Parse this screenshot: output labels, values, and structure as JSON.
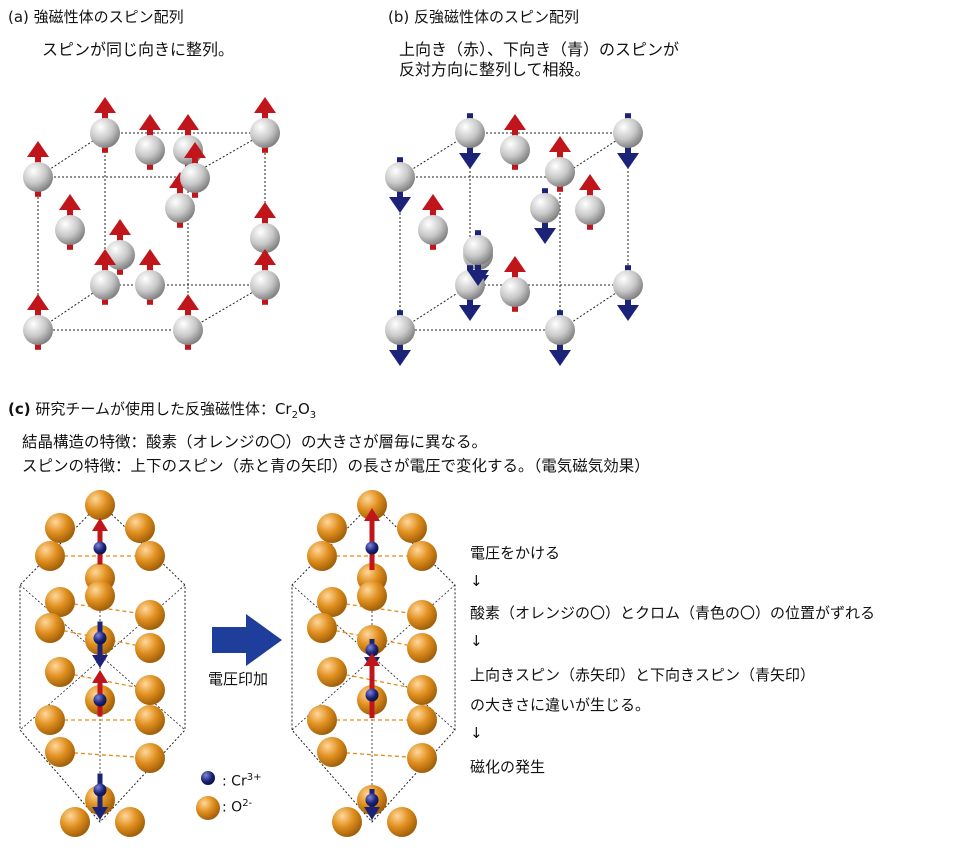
{
  "panel_a": {
    "title": "(a) 強磁性体のスピン配列",
    "desc": "スピンが同じ向きに整列。"
  },
  "panel_b": {
    "title": "(b) 反強磁性体のスピン配列",
    "desc_line1": "上向き（赤）、下向き（青）のスピンが",
    "desc_line2": "反対方向に整列して相殺。"
  },
  "panel_c": {
    "title_label": "(c)",
    "title_text": "研究チームが使用した反強磁性体：Cr",
    "title_sub1": "2",
    "title_mid": "O",
    "title_sub2": "3",
    "line1": "結晶構造の特徴：酸素（オレンジの〇）の大きさが層毎に異なる。",
    "line2": "スピンの特徴：上下のスピン（赤と青の矢印）の長さが電圧で変化する。（電気磁気効果）",
    "arrow_label": "電圧印加",
    "legend_cr": ": Cr",
    "legend_cr_sup": "3+",
    "legend_o": ": O",
    "legend_o_sup": "2-"
  },
  "flow": {
    "step1": "電圧をかける",
    "arrow1": "↓",
    "step2": "酸素（オレンジの〇）とクロム（青色の〇）の位置がずれる",
    "arrow2": "↓",
    "step3a": "上向きスピン（赤矢印）と下向きスピン（青矢印）",
    "step3b": "の大きさに違いが生じる。",
    "arrow3": "↓",
    "step4": "磁化の発生"
  },
  "colors": {
    "up_spin": "#c0161b",
    "down_spin": "#1a2378",
    "oxygen": "#d98a1c",
    "chromium": "#1a2378",
    "atom_gray": "#c8c8c8"
  }
}
